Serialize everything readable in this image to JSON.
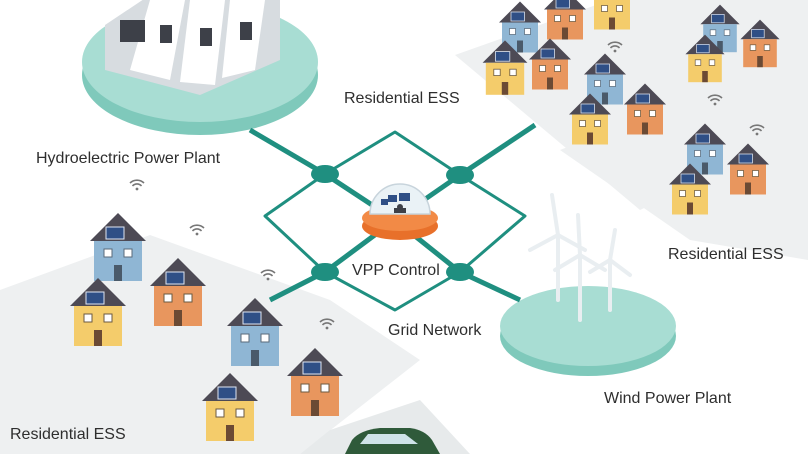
{
  "labels": {
    "hydro": "Hydroelectric Power Plant",
    "res_top": "Residential ESS",
    "res_right": "Residential ESS",
    "res_bottom_left": "Residential ESS",
    "vpp": "VPP Control",
    "grid": "Grid Network",
    "wind": "Wind Power Plant"
  },
  "colors": {
    "grid_line": "#1f8f80",
    "node": "#1f8f80",
    "platform": "#a8ddd3",
    "platform_edge": "#7fc9bb",
    "ground_tile": "#eef0f1",
    "roof": "#4d4a55",
    "house_yellow": "#f4cc6b",
    "house_orange": "#e8965e",
    "house_blue": "#8fb6d4",
    "solar": "#2f4f86",
    "vpp_ring": "#e8702a",
    "wifi": "#777777"
  },
  "icons": {
    "wifi": "wifi-icon",
    "solar": "solar-panel-icon",
    "turbine": "wind-turbine-icon",
    "dam": "dam-icon",
    "control": "control-room-icon",
    "car": "electric-car-icon"
  }
}
